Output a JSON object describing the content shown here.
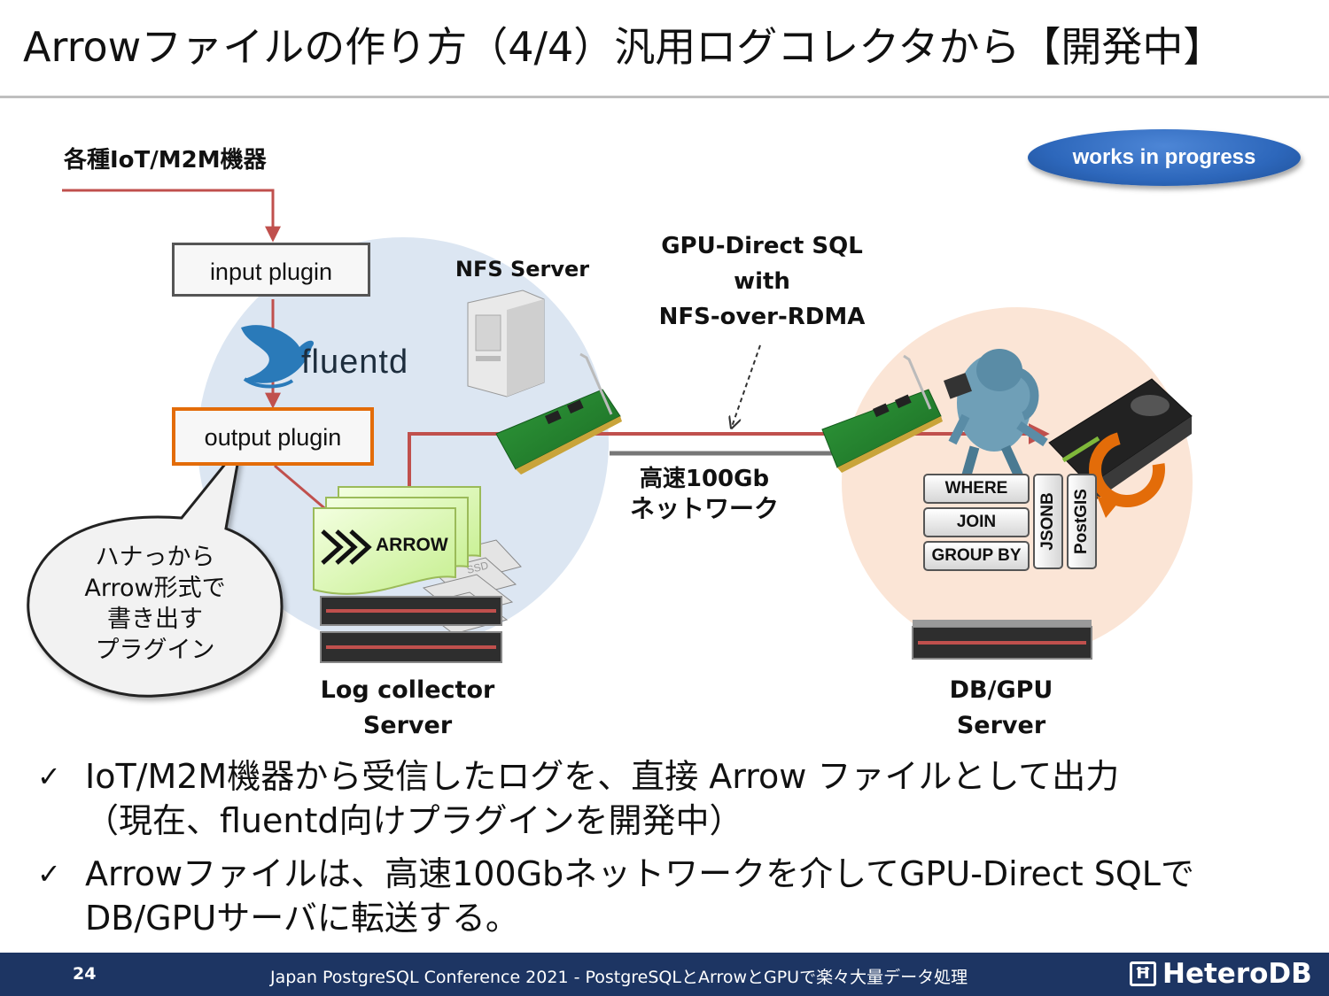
{
  "slide": {
    "title": "Arrowファイルの作り方（4/4）汎用ログコレクタから【開発中】"
  },
  "badge": {
    "label": "works in progress"
  },
  "diagram": {
    "source_label": "各種IoT/M2M機器",
    "input_plugin": "input plugin",
    "fluentd_logo_text": "fluentd",
    "output_plugin": "output plugin",
    "callout": [
      "ハナっから",
      "Arrow形式で",
      "書き出す",
      "プラグイン"
    ],
    "arrow_file_label": "ARROW",
    "ssd_label": "SSD",
    "nfs_server": "NFS Server",
    "gpu_direct": [
      "GPU-Direct SQL",
      "with",
      "NFS-over-RDMA"
    ],
    "network": [
      "高速100Gb",
      "ネットワーク"
    ],
    "log_collector": [
      "Log collector",
      "Server"
    ],
    "db_gpu": [
      "DB/GPU",
      "Server"
    ],
    "sql_features": [
      "WHERE",
      "JOIN",
      "GROUP BY"
    ],
    "sql_vertical": [
      "JSONB",
      "PostGIS"
    ]
  },
  "bullets": [
    {
      "mark": "✓",
      "lines": [
        "IoT/M2M機器から受信したログを、直接 Arrow ファイルとして出力",
        "（現在、fluentd向けプラグインを開発中）"
      ]
    },
    {
      "mark": "✓",
      "lines": [
        "Arrowファイルは、高速100Gbネットワークを介してGPU-Direct SQLで",
        "DB/GPUサーバに転送する。"
      ]
    }
  ],
  "footer": {
    "page": "24",
    "conference": "Japan PostgreSQL Conference 2021 - PostgreSQLとArrowとGPUで楽々大量データ処理",
    "brand": "HeteroDB"
  },
  "colors": {
    "flow_arrow": "#c0504d",
    "output_border": "#e36c09",
    "left_circle": "#dce6f2",
    "right_circle": "#fbe5d6",
    "badge": "#2d67bb",
    "footer": "#1d3563"
  }
}
